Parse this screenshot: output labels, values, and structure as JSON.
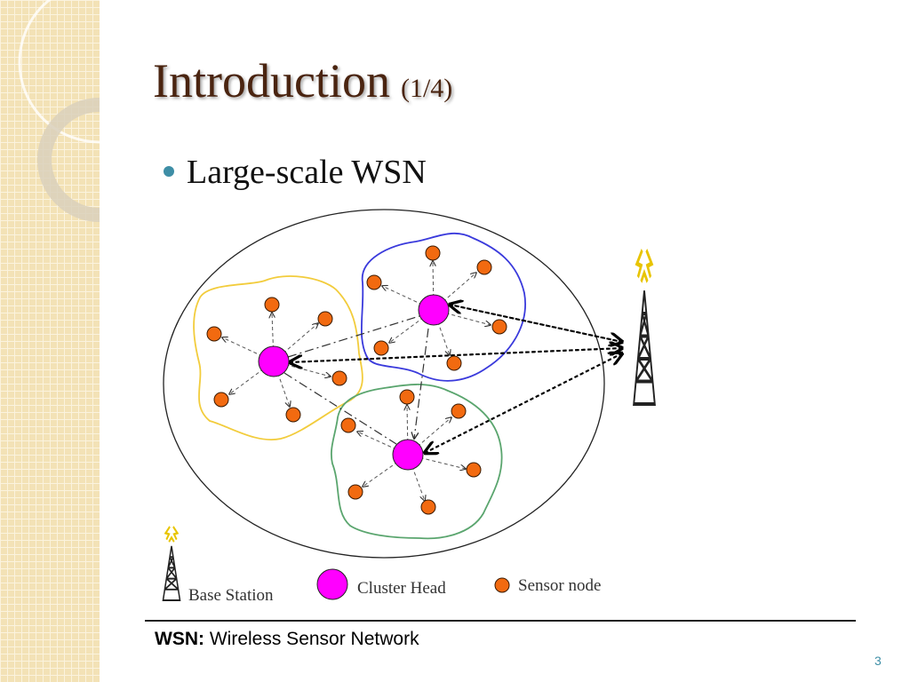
{
  "slide": {
    "title": "Introduction",
    "title_suffix": "(1/4)",
    "bullet": "Large-scale WSN",
    "footnote_term": "WSN:",
    "footnote_definition": "Wireless Sensor Network",
    "page_number": "3"
  },
  "legend": {
    "base_station": "Base Station",
    "cluster_head": "Cluster Head",
    "sensor_node": "Sensor node"
  },
  "colors": {
    "title": "#4a2410",
    "bullet": "#3e8ea6",
    "cluster_head": "#ff00ff",
    "sensor_node": "#f26a10",
    "yellow_cluster": "#f2cc3c",
    "blue_cluster": "#3a3adc",
    "green_cluster": "#5aa56e",
    "sidebar": "#f3e2b6"
  }
}
